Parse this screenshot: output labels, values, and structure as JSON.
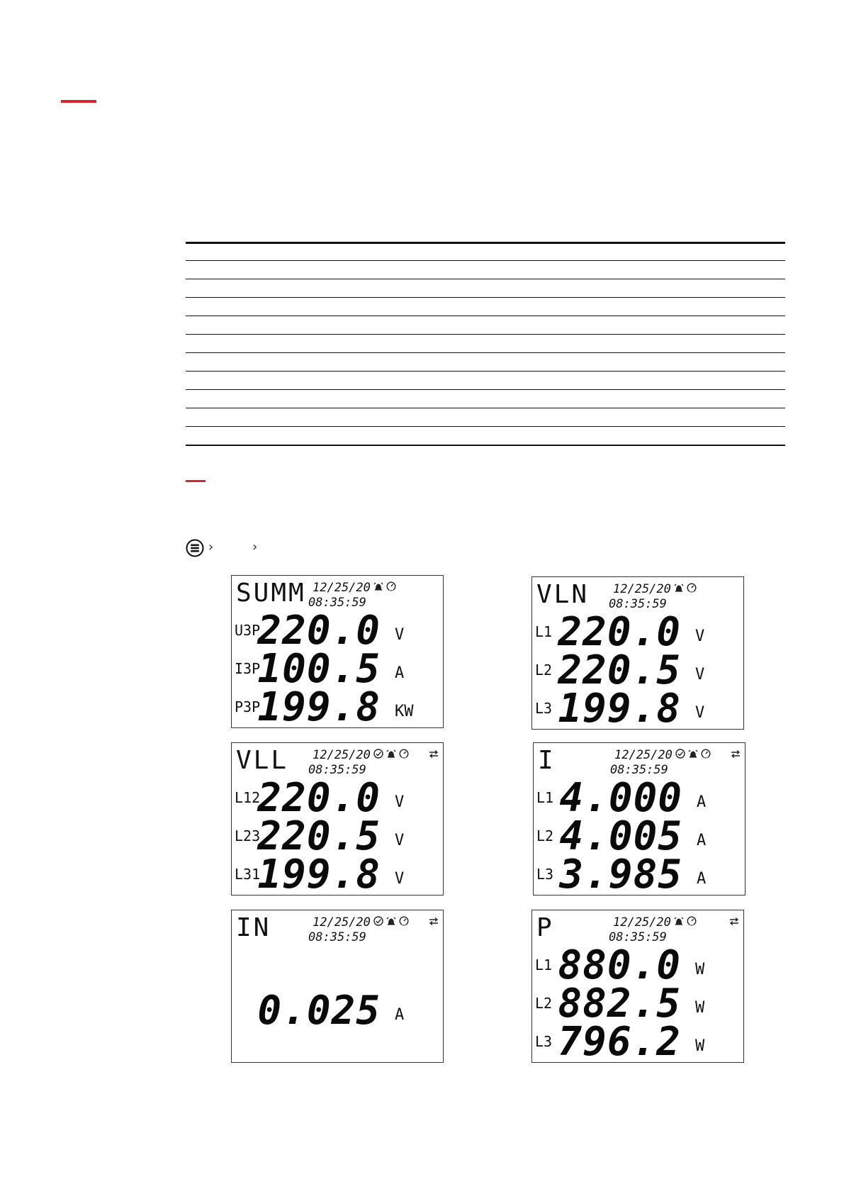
{
  "menu_path": {
    "chevron_1": "›",
    "chevron_2": "›"
  },
  "screens": [
    {
      "title": "SUMM",
      "date": "12/25/20",
      "time": "08:35:59",
      "icons": [
        "alarm-icon",
        "gauge-icon"
      ],
      "rows": [
        {
          "label": "U3P",
          "value": "220.0",
          "unit": "V"
        },
        {
          "label": "I3P",
          "value": "100.5",
          "unit": "A"
        },
        {
          "label": "P3P",
          "value": "199.8",
          "unit": "KW"
        }
      ]
    },
    {
      "title": "VLN",
      "date": "12/25/20",
      "time": "08:35:59",
      "icons": [
        "alarm-icon",
        "gauge-icon"
      ],
      "rows": [
        {
          "label": "L1",
          "value": "220.0",
          "unit": "V"
        },
        {
          "label": "L2",
          "value": "220.5",
          "unit": "V"
        },
        {
          "label": "L3",
          "value": "199.8",
          "unit": "V"
        }
      ]
    },
    {
      "title": "VLL",
      "date": "12/25/20",
      "time": "08:35:59",
      "icons": [
        "check-icon",
        "alarm-icon",
        "gauge-icon",
        "swap-icon"
      ],
      "rows": [
        {
          "label": "L12",
          "value": "220.0",
          "unit": "V"
        },
        {
          "label": "L23",
          "value": "220.5",
          "unit": "V"
        },
        {
          "label": "L31",
          "value": "199.8",
          "unit": "V"
        }
      ]
    },
    {
      "title": "I",
      "date": "12/25/20",
      "time": "08:35:59",
      "icons": [
        "check-icon",
        "alarm-icon",
        "gauge-icon",
        "swap-icon"
      ],
      "rows": [
        {
          "label": "L1",
          "value": "4.000",
          "unit": "A"
        },
        {
          "label": "L2",
          "value": "4.005",
          "unit": "A"
        },
        {
          "label": "L3",
          "value": "3.985",
          "unit": "A"
        }
      ]
    },
    {
      "title": "IN",
      "date": "12/25/20",
      "time": "08:35:59",
      "icons": [
        "check-icon",
        "alarm-icon",
        "gauge-icon",
        "swap-icon"
      ],
      "rows": [
        {
          "label": "",
          "value": "0.025",
          "unit": "A"
        }
      ]
    },
    {
      "title": "P",
      "date": "12/25/20",
      "time": "08:35:59",
      "icons": [
        "alarm-icon",
        "gauge-icon",
        "swap-icon"
      ],
      "rows": [
        {
          "label": "L1",
          "value": "880.0",
          "unit": "W"
        },
        {
          "label": "L2",
          "value": "882.5",
          "unit": "W"
        },
        {
          "label": "L3",
          "value": "796.2",
          "unit": "W"
        }
      ]
    }
  ]
}
